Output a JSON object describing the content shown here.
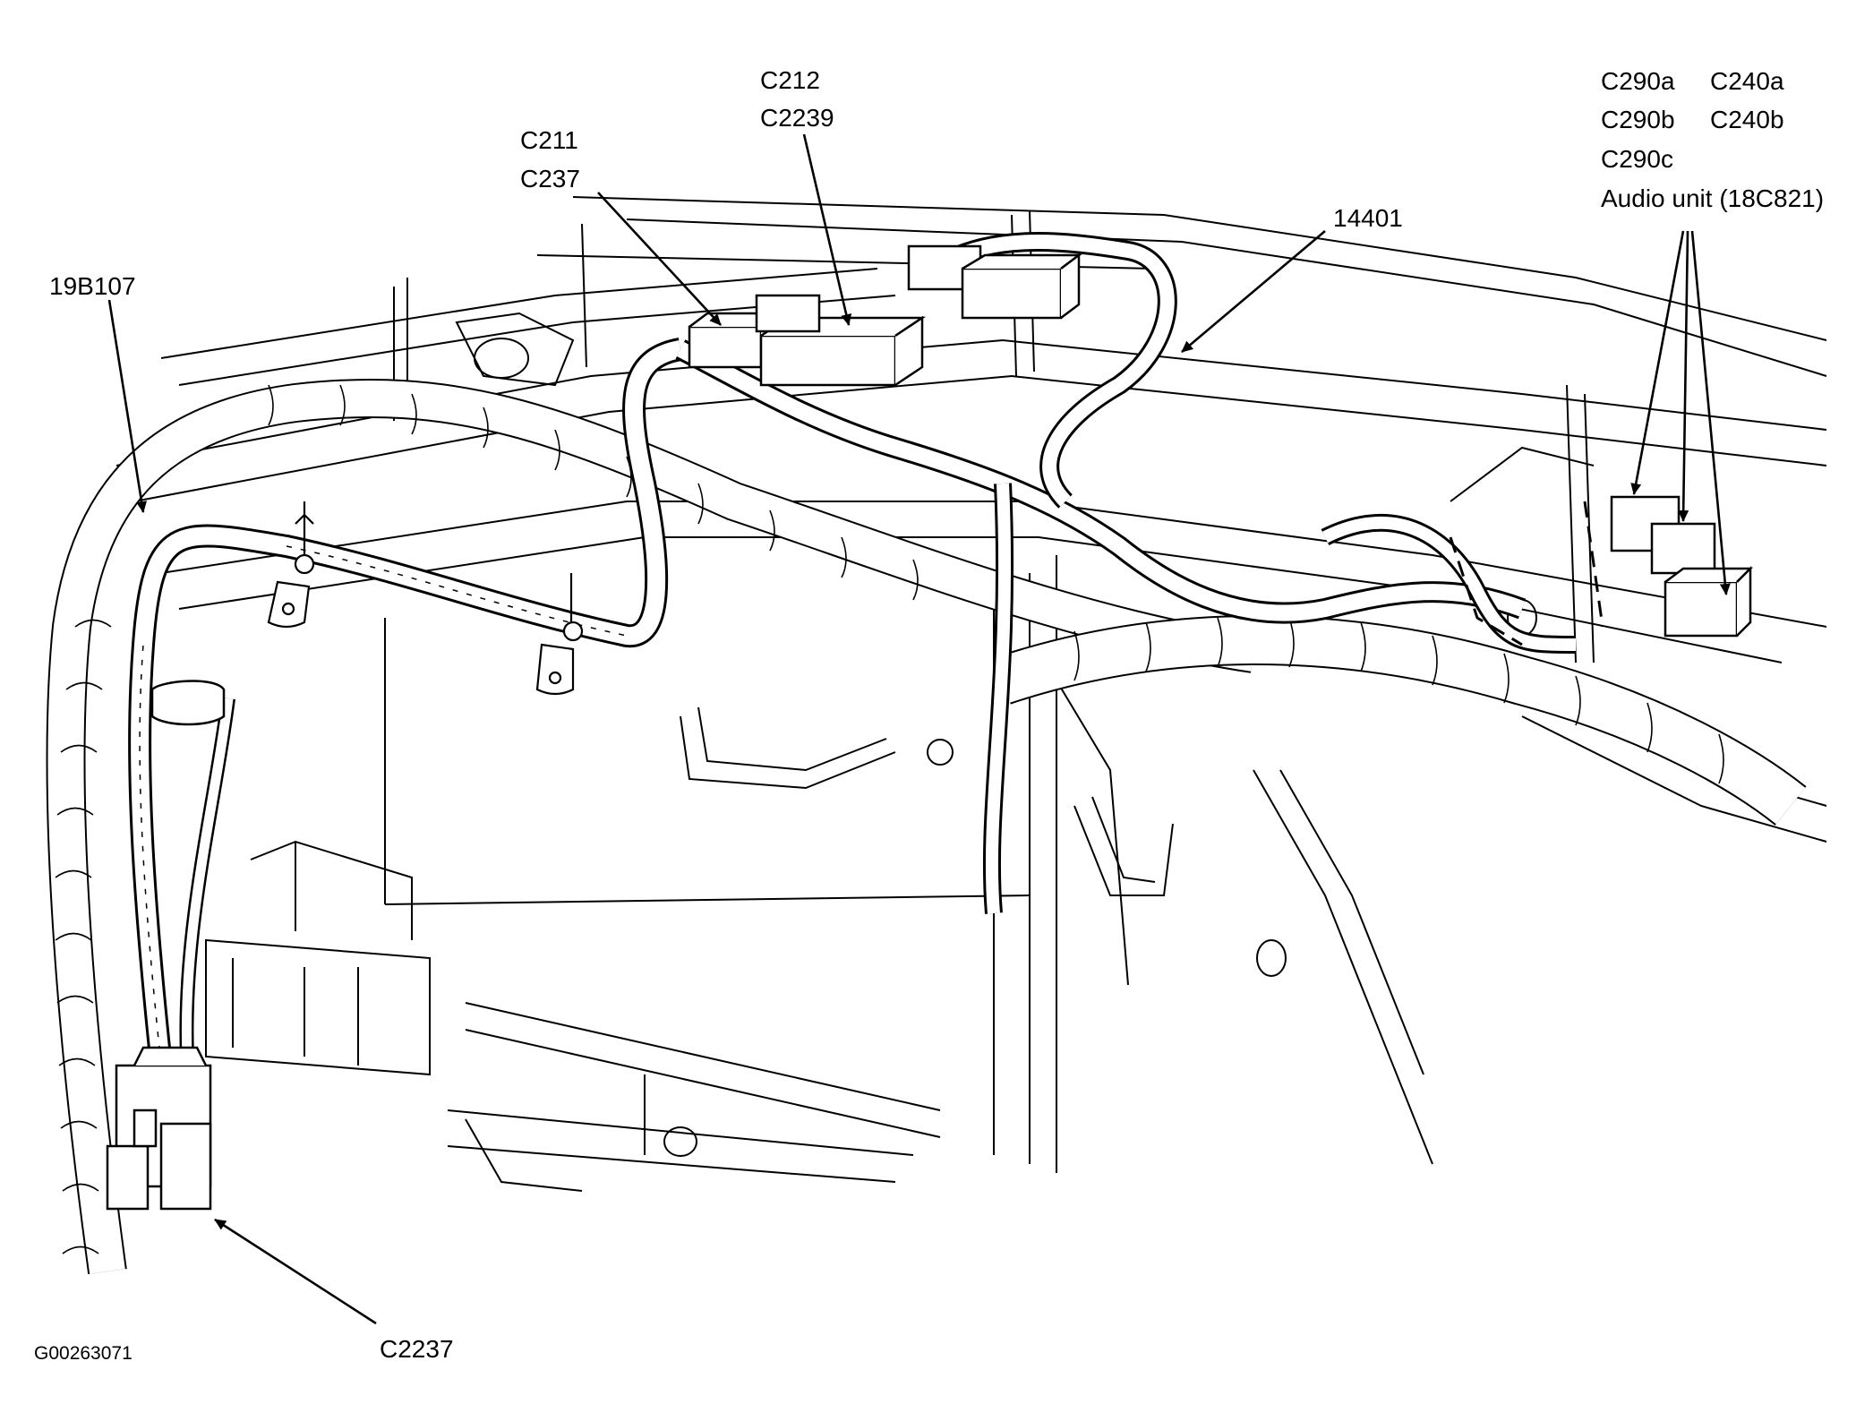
{
  "labels": {
    "c212": "C212",
    "c2239": "C2239",
    "c211": "C211",
    "c237": "C237",
    "c290a": "C290a",
    "c240a": "C240a",
    "c290b": "C290b",
    "c240b": "C240b",
    "c290c": "C290c",
    "audio_unit": "Audio unit (18C821)",
    "harness_14401": "14401",
    "harness_19b107": "19B107",
    "c2237": "C2237",
    "figure_ref": "G00263071"
  },
  "colors": {
    "line": "#000000",
    "background": "#ffffff"
  }
}
